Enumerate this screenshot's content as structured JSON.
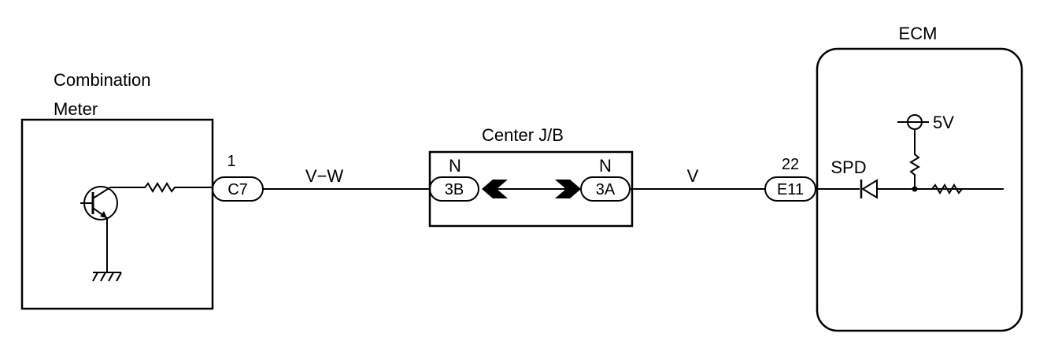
{
  "combination_meter": {
    "label_line1": "Combination",
    "label_line2": "Meter",
    "pin_number": "1",
    "connector": "C7"
  },
  "wire_left": {
    "color_code": "V−W"
  },
  "center_jb": {
    "label": "Center J/B",
    "left_pin": "N",
    "left_connector": "3B",
    "right_pin": "N",
    "right_connector": "3A"
  },
  "wire_right": {
    "color_code": "V"
  },
  "ecm": {
    "label": "ECM",
    "pin_number": "22",
    "connector": "E11",
    "signal_label": "SPD",
    "supply_label": "5V"
  }
}
